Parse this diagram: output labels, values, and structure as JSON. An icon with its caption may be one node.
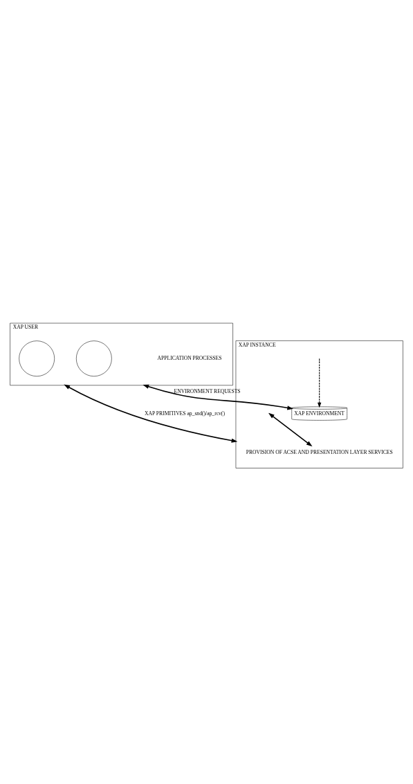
{
  "diagram": {
    "nodes": [
      {
        "text": [
          "XAP USER"
        ]
      },
      {
        "text": [],
        "shape": "circle",
        "in": 0
      },
      {
        "text": [],
        "shape": "circle",
        "in": 0
      },
      {
        "text": [
          "XAP INSTANCE"
        ]
      },
      {
        "text": [
          "XAP ENVIRONMENT"
        ],
        "in": 3
      },
      {
        "text": [
          "PROVISION OF ACSE AND PRESENTATION LAYER SERVICES"
        ],
        "in": 3
      }
    ],
    "edges": [
      {
        "from": 0,
        "to": 4,
        "arrow": "both",
        "label": "ENVIRONMENT REQUESTS"
      },
      {
        "from": 0,
        "to": 3,
        "arrow": "both",
        "label": "XAP PRIMITIVES ap_snd()/ap_rcv()"
      },
      {
        "from": null,
        "to": 5,
        "arrow": "both"
      },
      {
        "from": null,
        "to": 4,
        "arrow": "to",
        "style": "dashed"
      }
    ],
    "labels": [
      "APPLICATION PROCESSES"
    ]
  }
}
